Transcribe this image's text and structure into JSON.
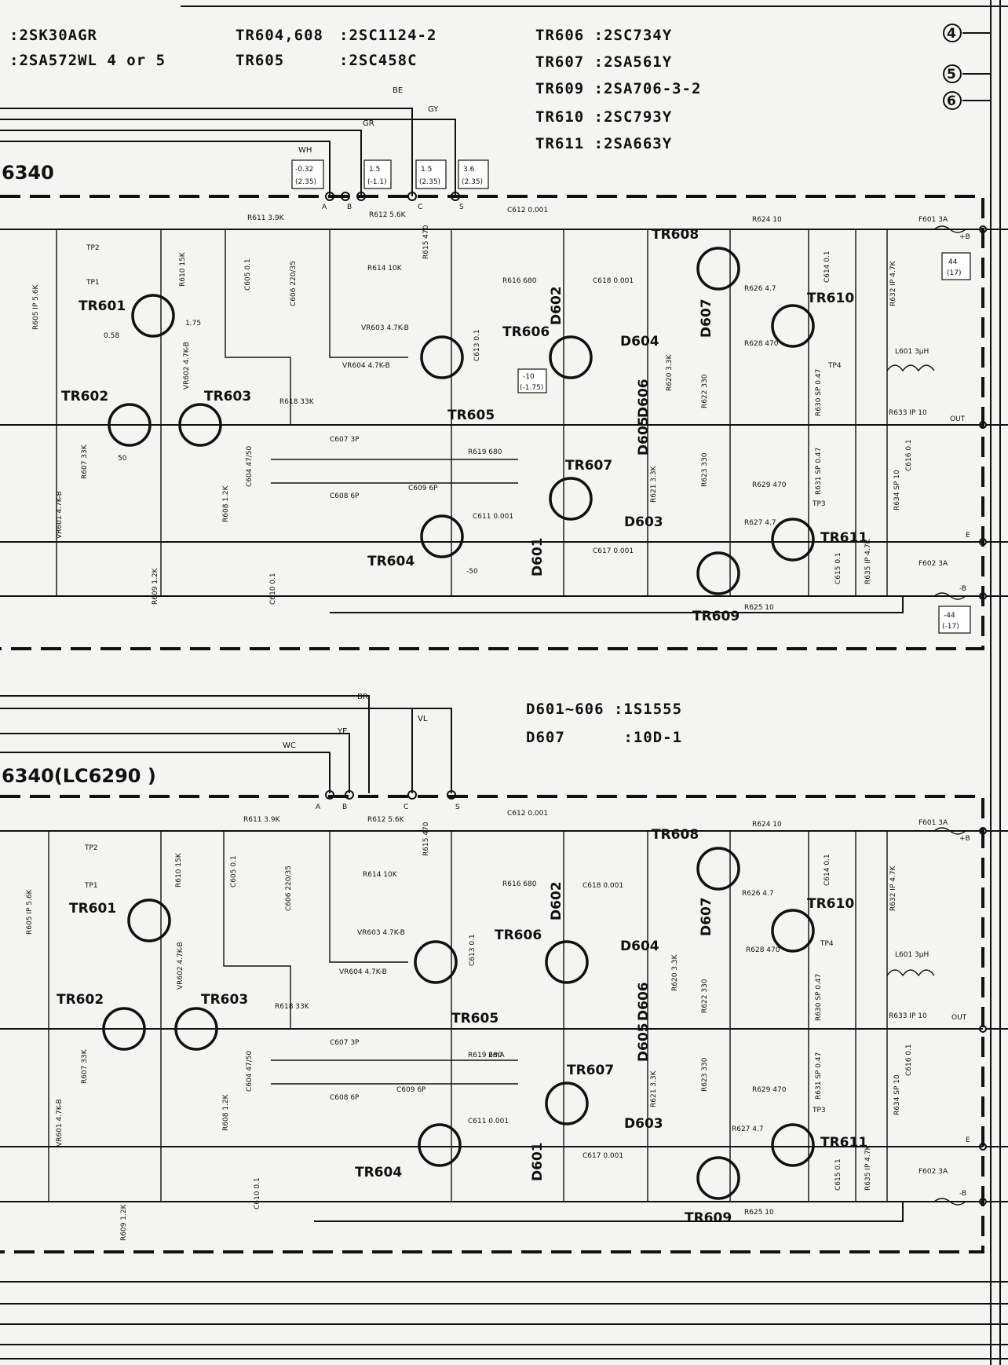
{
  "header_parts": {
    "col1": [
      ":2SK30AGR",
      ":2SA572WL 4 or 5"
    ],
    "col2_names": [
      "TR604,608",
      "TR605"
    ],
    "col2_values": [
      ":2SC1124-2",
      ":2SC458C"
    ],
    "col3": [
      "TR606 :2SC734Y",
      "TR607 :2SA561Y",
      "TR609 :2SA706-3-2",
      "TR610 :2SC793Y",
      "TR611 :2SA663Y"
    ]
  },
  "connectors": [
    "4",
    "5",
    "6"
  ],
  "diode_parts": [
    "D601~606 :1S1555",
    "D607      :10D-1"
  ],
  "boards": [
    {
      "title": "6340",
      "wire_colors": [
        "BE",
        "GY",
        "GR",
        "WH"
      ],
      "test_values": [
        "-0.32",
        "(2.35)",
        "1.5",
        "(-1.1)",
        "1.5",
        "(2.35)",
        "3.6",
        "(2.35)"
      ]
    },
    {
      "title": "6340(LC6290 )",
      "wire_colors": [
        "BR",
        "VL",
        "YE",
        "WC"
      ]
    }
  ],
  "terminals": [
    "A",
    "B",
    "C",
    "S"
  ],
  "transistors": [
    "TR601",
    "TR602",
    "TR603",
    "TR604",
    "TR605",
    "TR606",
    "TR607",
    "TR608",
    "TR609",
    "TR610",
    "TR611"
  ],
  "diodes": [
    "D601",
    "D602",
    "D603",
    "D604",
    "D605",
    "D606",
    "D607"
  ],
  "components": {
    "R611": "R611 3.9K",
    "R612": "R612 5.6K",
    "R614": "R614 10K",
    "R615": "R615 470",
    "R616": "R616 680",
    "R618": "R618 33K",
    "R619": "R619 680",
    "R620": "R620 3.3K",
    "R621": "R621 3.3K",
    "R622": "R622 330",
    "R623": "R623 330",
    "R624": "R624 10",
    "R625": "R625 10",
    "R626": "R626 4.7",
    "R627": "R627 4.7",
    "R628": "R628 470",
    "R629": "R629 470",
    "R630": "R630 SP 0.47",
    "R631": "R631 SP 0.47",
    "R632": "R632 IP 4.7K",
    "R633": "R633 IP 10",
    "R634": "R634 SP 10",
    "R635": "R635 IP 4.7K",
    "R605": "R605 IP 5.6K",
    "R607": "R607 33K",
    "R608": "R608 1.2K",
    "R609": "R609 1.2K",
    "R610": "R610 15K",
    "VR601": "VR601 4.7K-B",
    "VR602": "VR602 4.7K-B",
    "VR603": "VR603 4.7K-B",
    "VR604": "VR604 4.7K-B",
    "C604": "C604 47/50",
    "C605": "C605 0.1",
    "C606": "C606 220/35",
    "C607": "C607 3P",
    "C608": "C608 6P",
    "C609": "C609 6P",
    "C610": "C610 0.1",
    "C611": "C611 0.001",
    "C612": "C612 0.001",
    "C613": "C613 0.1",
    "C614": "C614 0.1",
    "C615": "C615 0.1",
    "C616": "C616 0.1",
    "C617": "C617 0.001",
    "C618": "C618 0.001",
    "F601": "F601 3A",
    "F602": "F602 3A",
    "L601": "L601 3μH"
  },
  "tp_labels": [
    "TP1",
    "TP2",
    "TP3",
    "TP4"
  ],
  "rails": {
    "pos": "+B",
    "out": "OUT",
    "e": "E",
    "neg": "-B"
  },
  "voltage_tags": [
    "44",
    "(17)",
    "-44",
    "(-17)",
    "-10",
    "(-1.75)",
    "-50",
    "50",
    "0.58",
    "1.75"
  ],
  "misc": {
    "current_note": "2mA"
  }
}
